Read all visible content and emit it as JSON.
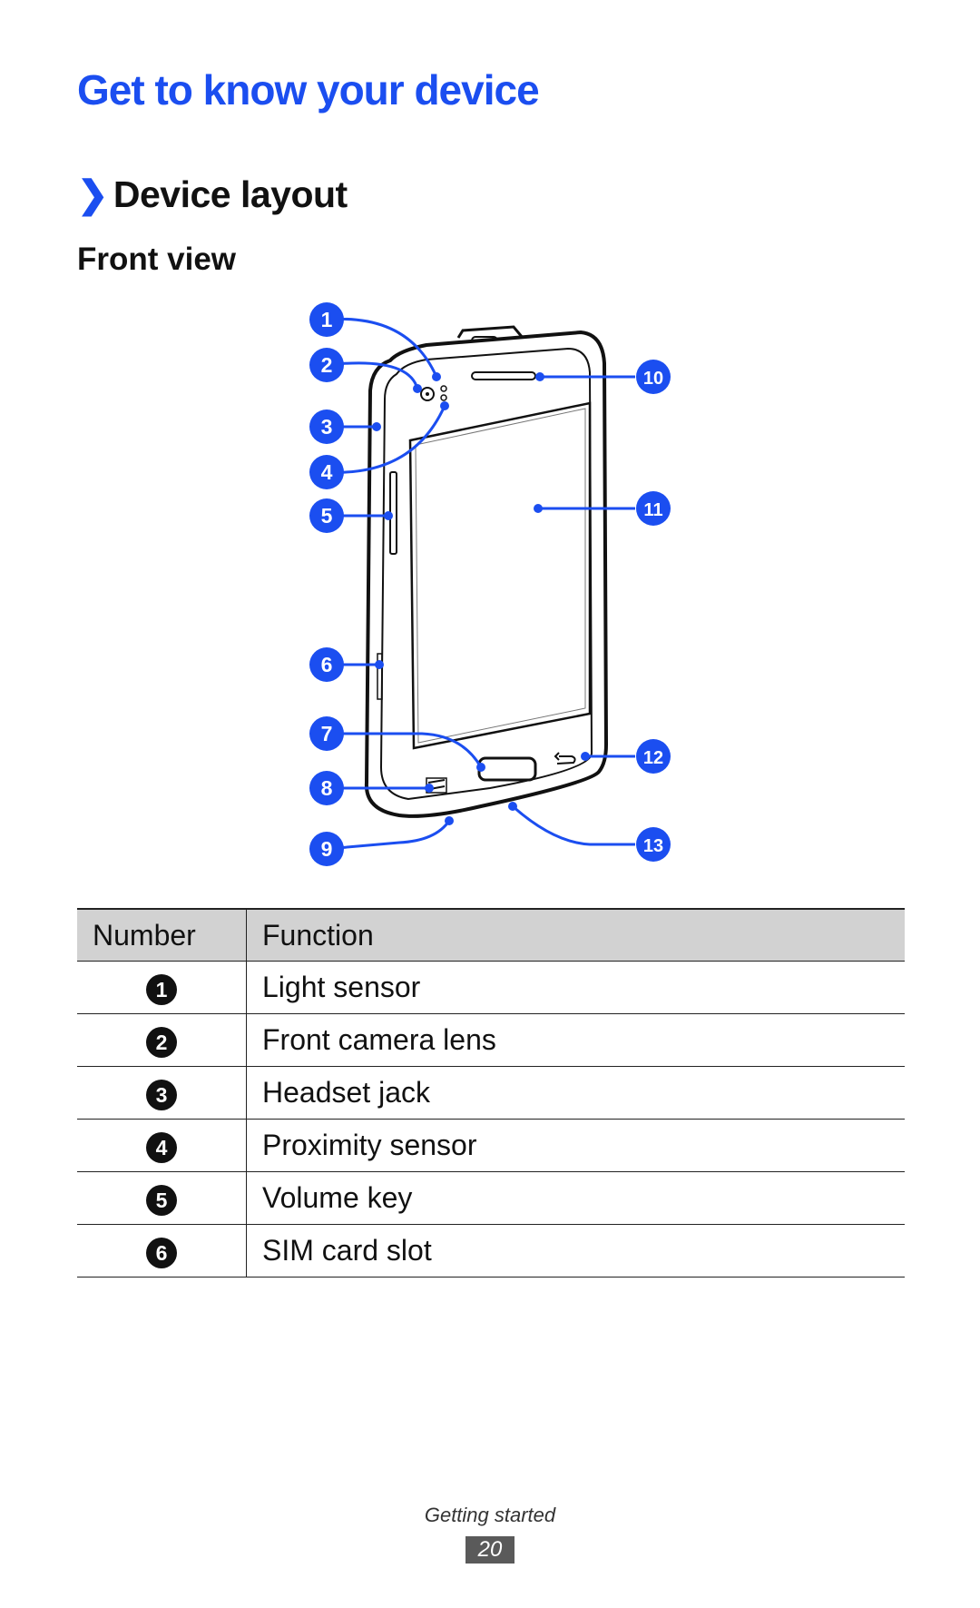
{
  "page_title": "Get to know your device",
  "section": {
    "chevron": "❯",
    "title": "Device layout"
  },
  "subsection": "Front view",
  "callouts": [
    "1",
    "2",
    "3",
    "4",
    "5",
    "6",
    "7",
    "8",
    "9",
    "10",
    "11",
    "12",
    "13"
  ],
  "table": {
    "headers": [
      "Number",
      "Function"
    ],
    "rows": [
      {
        "number": "1",
        "function": "Light sensor"
      },
      {
        "number": "2",
        "function": "Front camera lens"
      },
      {
        "number": "3",
        "function": "Headset jack"
      },
      {
        "number": "4",
        "function": "Proximity sensor"
      },
      {
        "number": "5",
        "function": "Volume key"
      },
      {
        "number": "6",
        "function": "SIM card slot"
      }
    ]
  },
  "footer": {
    "section": "Getting started",
    "page": "20"
  },
  "colors": {
    "accent": "#1b4ef0",
    "header_bg": "#d2d2d2",
    "line": "#222222"
  }
}
